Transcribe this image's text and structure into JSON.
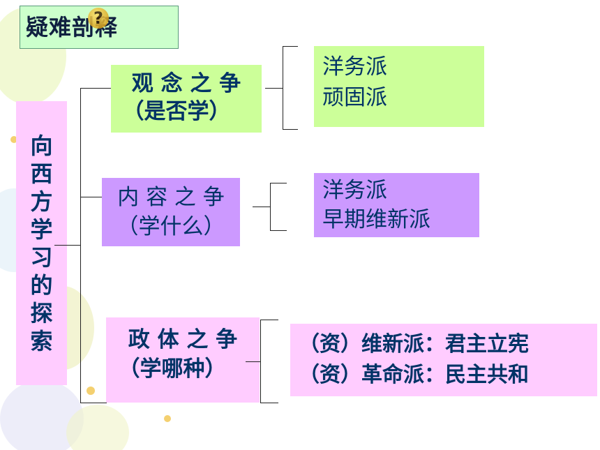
{
  "title": "疑难剖释",
  "title_icon": "?",
  "root": {
    "chars": [
      "向",
      "西",
      "方",
      "学",
      "习",
      "的",
      "探",
      "索"
    ]
  },
  "branches": [
    {
      "title": "观 念 之 争",
      "sub": "（是否学）",
      "answers": [
        "洋务派",
        "顽固派"
      ]
    },
    {
      "title": "内 容 之 争",
      "sub": "（学什么）",
      "answers": [
        "洋务派",
        "早期维新派"
      ]
    },
    {
      "title": "政 体 之 争",
      "sub": "（学哪种）",
      "answers": [
        "（资）维新派：君主立宪",
        "（资）革命派：民主共和"
      ]
    }
  ],
  "colors": {
    "title_bg": "#ccffcc",
    "root_bg": "#ffccff",
    "branch1_bg": "#ccff99",
    "branch2_bg": "#cc99ff",
    "branch3_bg": "#ffccff",
    "text": "#003366"
  }
}
